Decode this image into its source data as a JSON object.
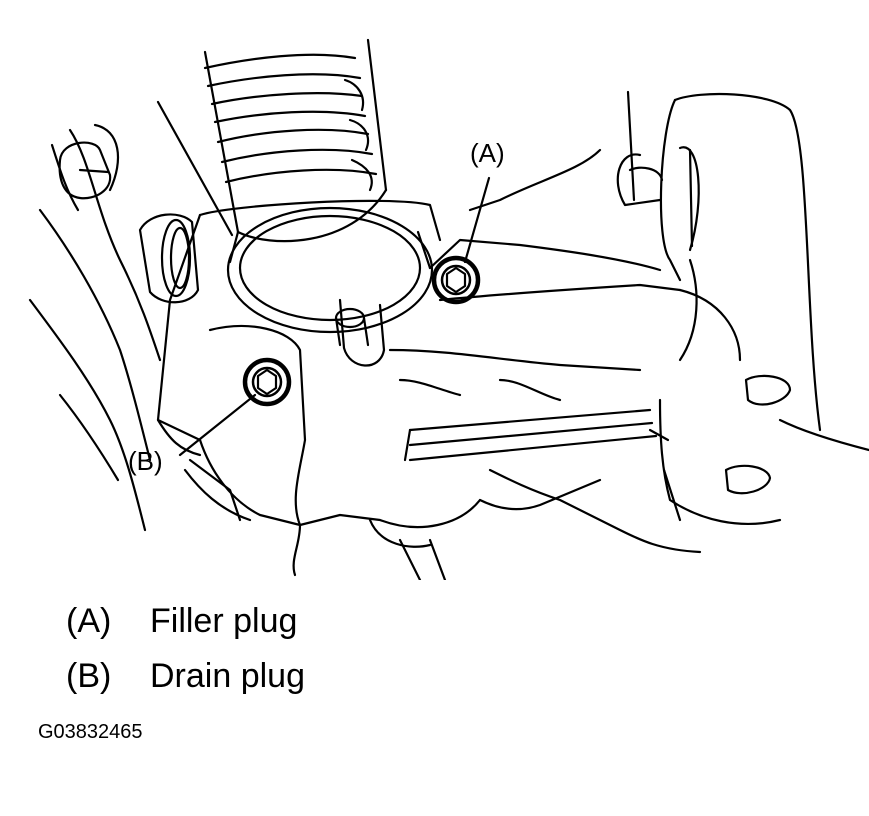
{
  "callouts": {
    "a": "(A)",
    "b": "(B)"
  },
  "legend": [
    {
      "key": "(A)",
      "label": "Filler plug"
    },
    {
      "key": "(B)",
      "label": "Drain plug"
    }
  ],
  "figure_code": "G03832465"
}
